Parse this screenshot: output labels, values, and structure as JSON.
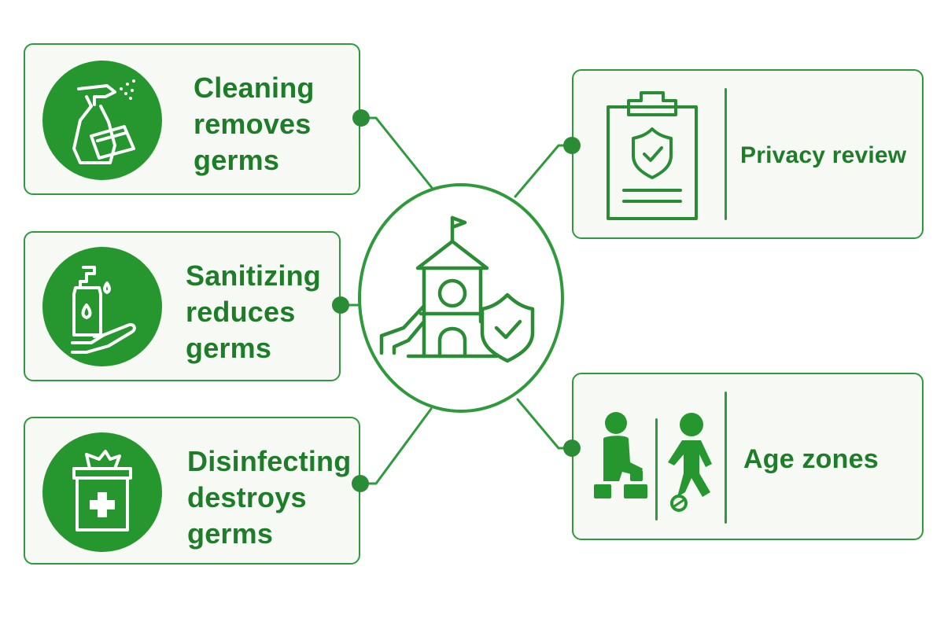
{
  "diagram": {
    "center": {
      "icon": "playground-shield-icon"
    },
    "left_cards": [
      {
        "id": "cleaning",
        "icon": "spray-bottle-cloth-icon",
        "lines": [
          "Cleaning",
          "removes",
          "germs"
        ]
      },
      {
        "id": "sanitizing",
        "icon": "sanitizer-hand-icon",
        "lines": [
          "Sanitizing",
          "reduces",
          "germs"
        ]
      },
      {
        "id": "disinfecting",
        "icon": "wipes-container-icon",
        "lines": [
          "Disinfecting",
          "destroys",
          "germs"
        ]
      }
    ],
    "right_cards": [
      {
        "id": "privacy",
        "icon": "clipboard-shield-icon",
        "label": "Privacy review"
      },
      {
        "id": "age-zones",
        "icon": "children-zones-icon",
        "label": "Age zones"
      }
    ]
  },
  "colors": {
    "brand_green": "#26962f",
    "text_green": "#1e7d28",
    "border_green": "#2f9a3c",
    "card_bg": "#f6f9f4"
  }
}
